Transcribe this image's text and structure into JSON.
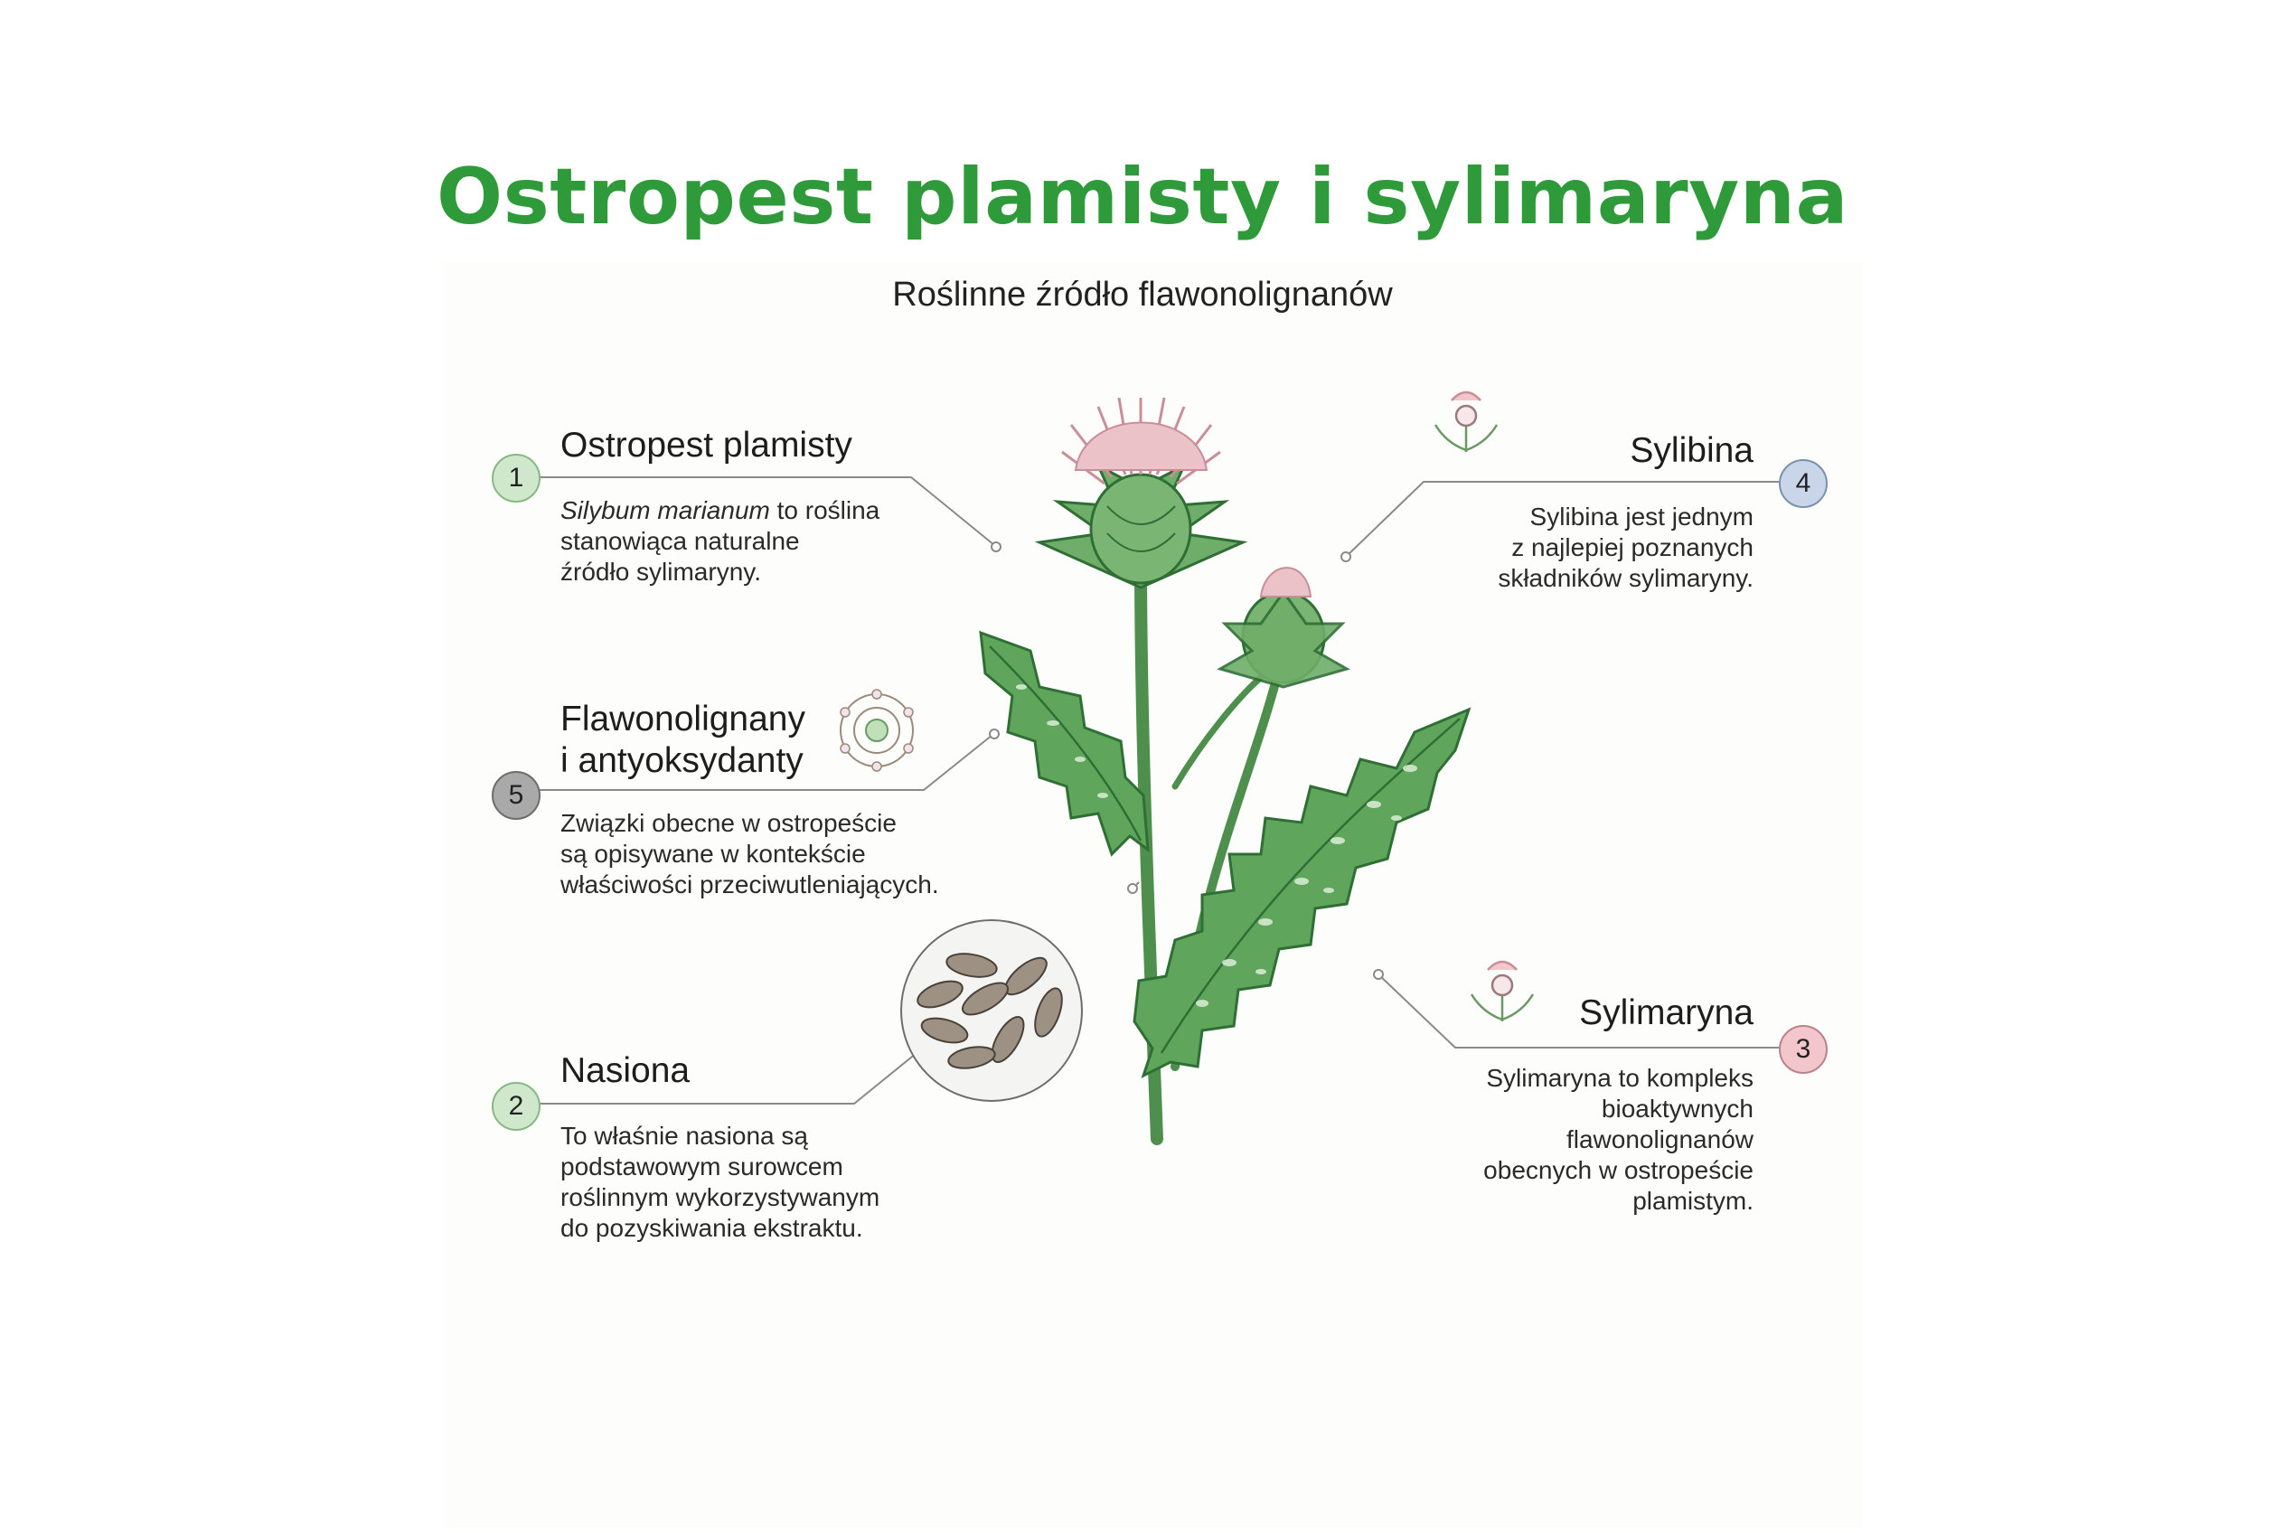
{
  "title": "Ostropest plamisty i sylimaryna",
  "subtitle": "Roślinne źródło flawonolignanów",
  "callouts": [
    {
      "number": "1",
      "heading": "Ostropest plamisty",
      "desc_italic": "Silybum marianum",
      "desc_lines": [
        " to roślina",
        "stanowiąca naturalne",
        "źródło sylimaryny."
      ],
      "badge_color": "#cfe8cc"
    },
    {
      "number": "5",
      "heading_lines": [
        "Flawonolignany",
        "i antyoksydanty"
      ],
      "desc_lines": [
        "Związki obecne w ostropeście",
        "są opisywane w kontekście",
        "właściwości przeciwutleniających."
      ],
      "badge_color": "#a9a9a9"
    },
    {
      "number": "2",
      "heading": "Nasiona",
      "desc_lines": [
        "To właśnie nasiona są",
        "podstawowym surowcem",
        "roślinnym wykorzystywanym",
        "do pozyskiwania ekstraktu."
      ],
      "badge_color": "#cfe8cc"
    },
    {
      "number": "4",
      "heading": "Sylibina",
      "desc_lines": [
        "Sylibina jest jednym",
        "z najlepiej poznanych",
        "składników sylimaryny."
      ],
      "badge_color": "#c9d6ea"
    },
    {
      "number": "3",
      "heading": "Sylimaryna",
      "desc_lines": [
        "Sylimaryna to kompleks",
        "bioaktywnych",
        "flawonolignanów",
        "obecnych w ostropeście",
        "plamistym."
      ],
      "badge_color": "#f2c6cb"
    }
  ],
  "colors": {
    "title_green": "#2f9a3a",
    "leaf": "#5aa35a",
    "leaf_dark": "#2f6f35",
    "flower_pink": "#e9b6bf"
  },
  "icons": [
    "thistle-plant-illustration",
    "seeds-magnifier-icon",
    "molecule-icon",
    "flower-sprig-icon"
  ]
}
